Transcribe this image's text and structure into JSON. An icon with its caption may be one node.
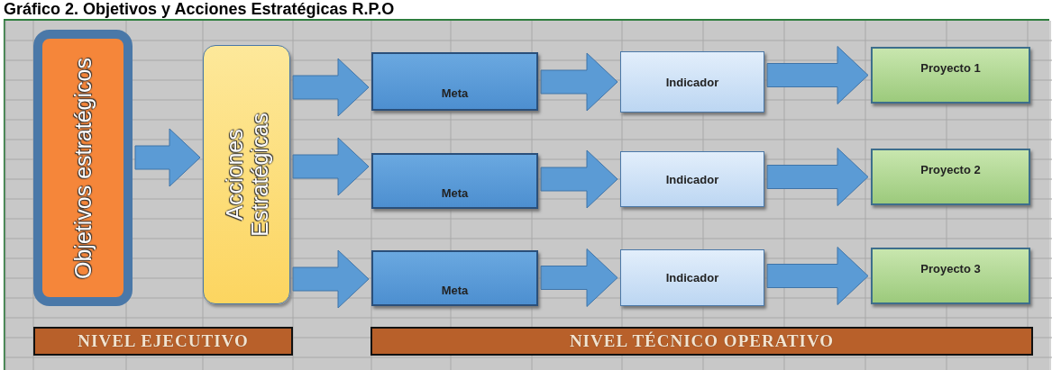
{
  "diagram": {
    "title": "Gráfico 2. Objetivos y Acciones Estratégicas R.P.O",
    "nodes": [
      {
        "text": [
          "Objetivos estratégicos"
        ]
      },
      {
        "text": [
          "Acciones Estratégicas"
        ]
      },
      {
        "text": [
          "Meta"
        ]
      },
      {
        "text": [
          "Indicador"
        ]
      },
      {
        "text": [
          "Proyecto 1"
        ]
      },
      {
        "text": [
          "Meta"
        ]
      },
      {
        "text": [
          "Indicador"
        ]
      },
      {
        "text": [
          "Proyecto 2"
        ]
      },
      {
        "text": [
          "Meta"
        ]
      },
      {
        "text": [
          "Indicador"
        ]
      },
      {
        "text": [
          "Proyecto 3"
        ]
      },
      {
        "text": [
          "NIVEL EJECUTIVO"
        ]
      },
      {
        "text": [
          "NIVEL TÉCNICO OPERATIVO"
        ]
      }
    ],
    "edges": [
      {
        "from": 0,
        "to": 1,
        "arrow": "to"
      },
      {
        "from": 1,
        "to": 2,
        "arrow": "to"
      },
      {
        "from": 2,
        "to": 3,
        "arrow": "to"
      },
      {
        "from": 3,
        "to": 4,
        "arrow": "to"
      },
      {
        "from": 1,
        "to": 5,
        "arrow": "to"
      },
      {
        "from": 5,
        "to": 6,
        "arrow": "to"
      },
      {
        "from": 6,
        "to": 7,
        "arrow": "to"
      },
      {
        "from": 1,
        "to": 8,
        "arrow": "to"
      },
      {
        "from": 8,
        "to": 9,
        "arrow": "to"
      },
      {
        "from": 9,
        "to": 10,
        "arrow": "to"
      }
    ]
  }
}
